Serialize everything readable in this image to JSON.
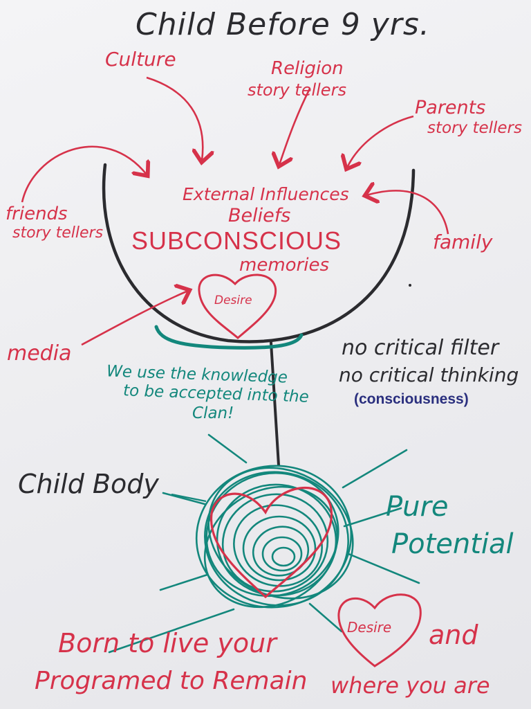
{
  "title": "Child Before 9 yrs.",
  "influences": {
    "culture": "Culture",
    "religion": "Religion",
    "religion_sub": "story tellers",
    "parents": "Parents",
    "parents_sub": "story tellers",
    "friends": "friends",
    "friends_sub": "story tellers",
    "family": "family",
    "media": "media"
  },
  "bowl": {
    "line1": "External Influences",
    "line2": "Beliefs",
    "line3": "SUBCONSCIOUS",
    "line4": "memories",
    "heart": "Desire"
  },
  "filter": {
    "line1": "no critical filter",
    "line2": "no critical thinking",
    "line3": "(consciousness)"
  },
  "knowledge": {
    "line1": "We use the knowledge",
    "line2": "to be accepted into the",
    "line3": "Clan!"
  },
  "body_label": "Child Body",
  "potential": {
    "line1": "Pure",
    "line2": "Potential"
  },
  "bottom": {
    "line1a": "Born to live your",
    "heart": "Desire",
    "line1b": "and",
    "line2a": "Programed to Remain",
    "line2b": "where you are"
  },
  "colors": {
    "black_marker": "#2b2b2f",
    "red_marker": "#d6324a",
    "teal_marker": "#13877c",
    "navy_marker": "#2a2f7e"
  }
}
